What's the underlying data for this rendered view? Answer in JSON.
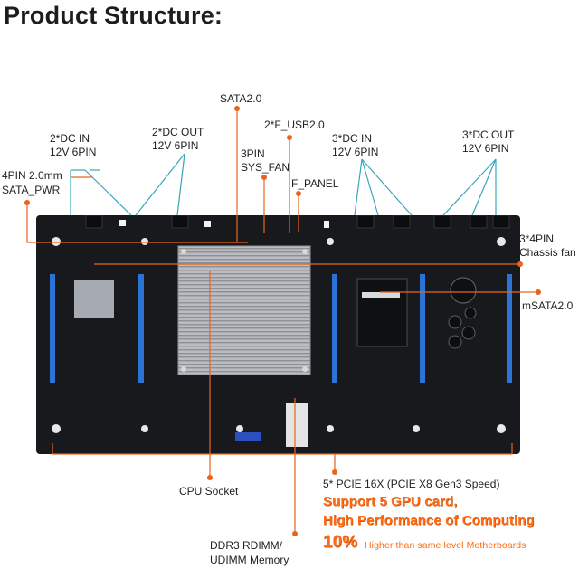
{
  "title": "Product Structure:",
  "labels": {
    "sata20": "SATA2.0",
    "f_usb": "2*F_USB2.0",
    "dc_in_left_1": "2*DC IN",
    "dc_in_left_2": "12V 6PIN",
    "dc_out_left_1": "2*DC OUT",
    "dc_out_left_2": "12V 6PIN",
    "dc_in_right_1": "3*DC IN",
    "dc_in_right_2": "12V 6PIN",
    "dc_out_right_1": "3*DC OUT",
    "dc_out_right_2": "12V 6PIN",
    "sys_fan_1": "3PIN",
    "sys_fan_2": "SYS_FAN",
    "sata_pwr_1": "4PIN 2.0mm",
    "sata_pwr_2": "SATA_PWR",
    "f_panel": "F_PANEL",
    "chassis_fan_1": "3*4PIN",
    "chassis_fan_2": "Chassis fan",
    "msata": "mSATA2.0",
    "cpu_socket": "CPU Socket",
    "pcie": "5* PCIE 16X  (PCIE X8 Gen3 Speed)",
    "ddr3_1": "DDR3 RDIMM/",
    "ddr3_2": "UDIMM Memory"
  },
  "promo": {
    "line1": "Support 5 GPU card,",
    "line2": "High Performance of Computing",
    "percent": "10%",
    "line3": "Higher than same level Motherboards"
  },
  "colors": {
    "pointer_orange": "#e8641e",
    "pointer_teal": "#3aa6b8",
    "promo_orange": "#ff6a13",
    "pcb": "#17191c",
    "pcie_slot": "#2b74d6"
  }
}
